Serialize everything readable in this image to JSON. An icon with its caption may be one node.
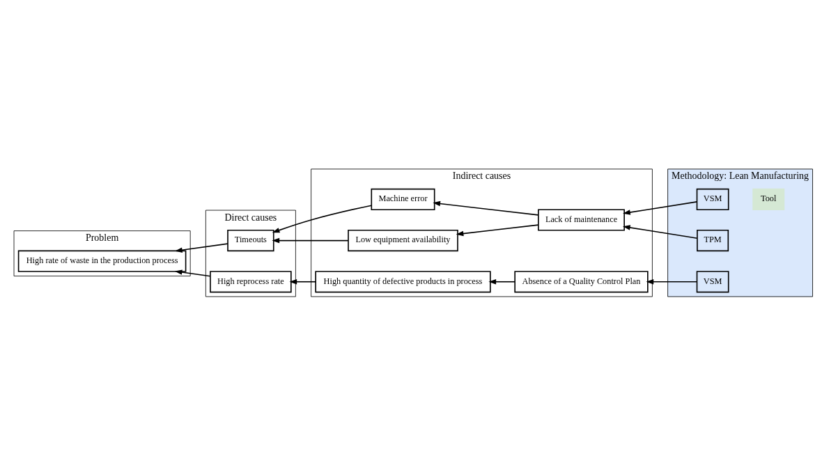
{
  "diagram": {
    "nodes": [
      {
        "text": [
          "Problem"
        ]
      },
      {
        "text": [
          "High rate of waste in the production process"
        ],
        "in": 0
      },
      {
        "text": [
          "Direct causes"
        ]
      },
      {
        "text": [
          "Timeouts"
        ],
        "in": 2
      },
      {
        "text": [
          "High reprocess rate"
        ],
        "in": 2
      },
      {
        "text": [
          "Indirect causes"
        ]
      },
      {
        "text": [
          "Low equipment availability"
        ],
        "in": 5
      },
      {
        "text": [
          "Machine error"
        ],
        "in": 5
      },
      {
        "text": [
          "Lack of maintenance"
        ],
        "in": 5
      },
      {
        "text": [
          "High quantity of defective products in process"
        ],
        "in": 5
      },
      {
        "text": [
          "Absence of a Quality Control Plan"
        ],
        "in": 5
      },
      {
        "text": [
          "Methodology: Lean Manufacturing"
        ]
      },
      {
        "text": [
          "Tool"
        ],
        "in": 11
      },
      {
        "text": [
          "VSM"
        ],
        "in": 11
      },
      {
        "text": [
          "TPM"
        ],
        "in": 11
      },
      {
        "text": [
          "VSM"
        ],
        "in": 11
      }
    ],
    "edges": [
      {
        "from": 13,
        "to": 8,
        "arrow": "to"
      },
      {
        "from": 14,
        "to": 8,
        "arrow": "to"
      },
      {
        "from": 8,
        "to": 6,
        "arrow": "to"
      },
      {
        "from": 8,
        "to": 7,
        "arrow": "to"
      },
      {
        "from": 6,
        "to": 3,
        "arrow": "to"
      },
      {
        "from": 7,
        "to": 3,
        "arrow": "to"
      },
      {
        "from": 3,
        "to": 1,
        "arrow": "to"
      },
      {
        "from": 15,
        "to": 10,
        "arrow": "to"
      },
      {
        "from": 10,
        "to": 9,
        "arrow": "to"
      },
      {
        "from": 9,
        "to": 4,
        "arrow": "to"
      },
      {
        "from": 4,
        "to": 1,
        "arrow": "to"
      }
    ]
  }
}
